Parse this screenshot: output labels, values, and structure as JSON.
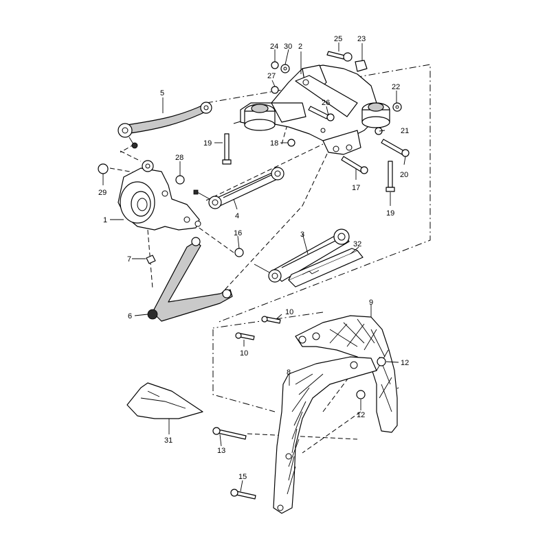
{
  "callouts": {
    "c1": "1",
    "c2": "2",
    "c3": "3",
    "c4": "4",
    "c5": "5",
    "c6": "6",
    "c7": "7",
    "c8": "8",
    "c9": "9",
    "c10a": "10",
    "c10b": "10",
    "c12a": "12",
    "c12b": "12",
    "c13": "13",
    "c15": "15",
    "c16": "16",
    "c17": "17",
    "c18": "18",
    "c19a": "19",
    "c19b": "19",
    "c20": "20",
    "c21": "21",
    "c22": "22",
    "c23": "23",
    "c24": "24",
    "c25": "25",
    "c26": "26",
    "c27": "27",
    "c28": "28",
    "c29": "29",
    "c30": "30",
    "c31": "31",
    "c32": "32"
  }
}
